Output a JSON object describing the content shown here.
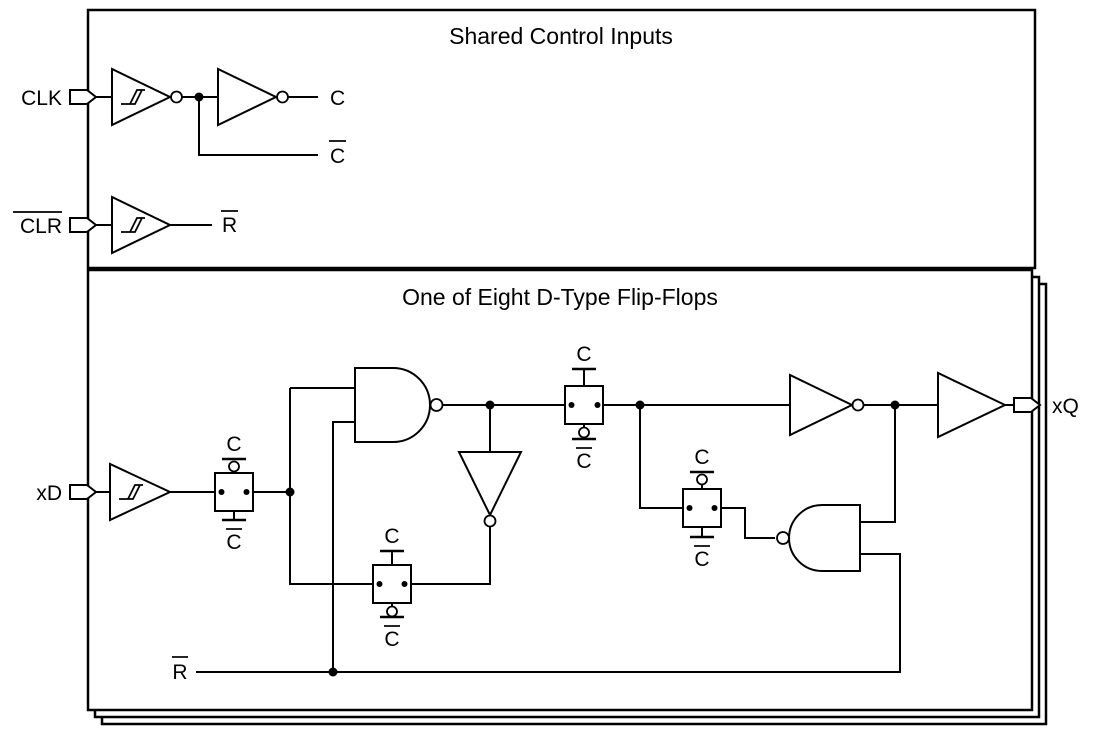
{
  "shared_control": {
    "title": "Shared Control Inputs",
    "labels": {
      "clk": {
        "text": "CLK",
        "overline": false
      },
      "clr": {
        "text": "CLR",
        "overline": true
      },
      "c": {
        "text": "C",
        "overline": false
      },
      "c_bar": {
        "text": "C",
        "overline": true
      },
      "r_bar": {
        "text": "R",
        "overline": true
      }
    }
  },
  "flip_flop": {
    "title": "One of Eight D-Type Flip-Flops",
    "labels": {
      "xd": {
        "text": "xD",
        "overline": false
      },
      "xq": {
        "text": "xQ",
        "overline": false
      },
      "c": {
        "text": "C",
        "overline": false
      },
      "c_bar": {
        "text": "C",
        "overline": true
      },
      "r_bar": {
        "text": "R",
        "overline": true
      }
    }
  },
  "colors": {
    "stroke": "#000000",
    "background": "#ffffff"
  }
}
